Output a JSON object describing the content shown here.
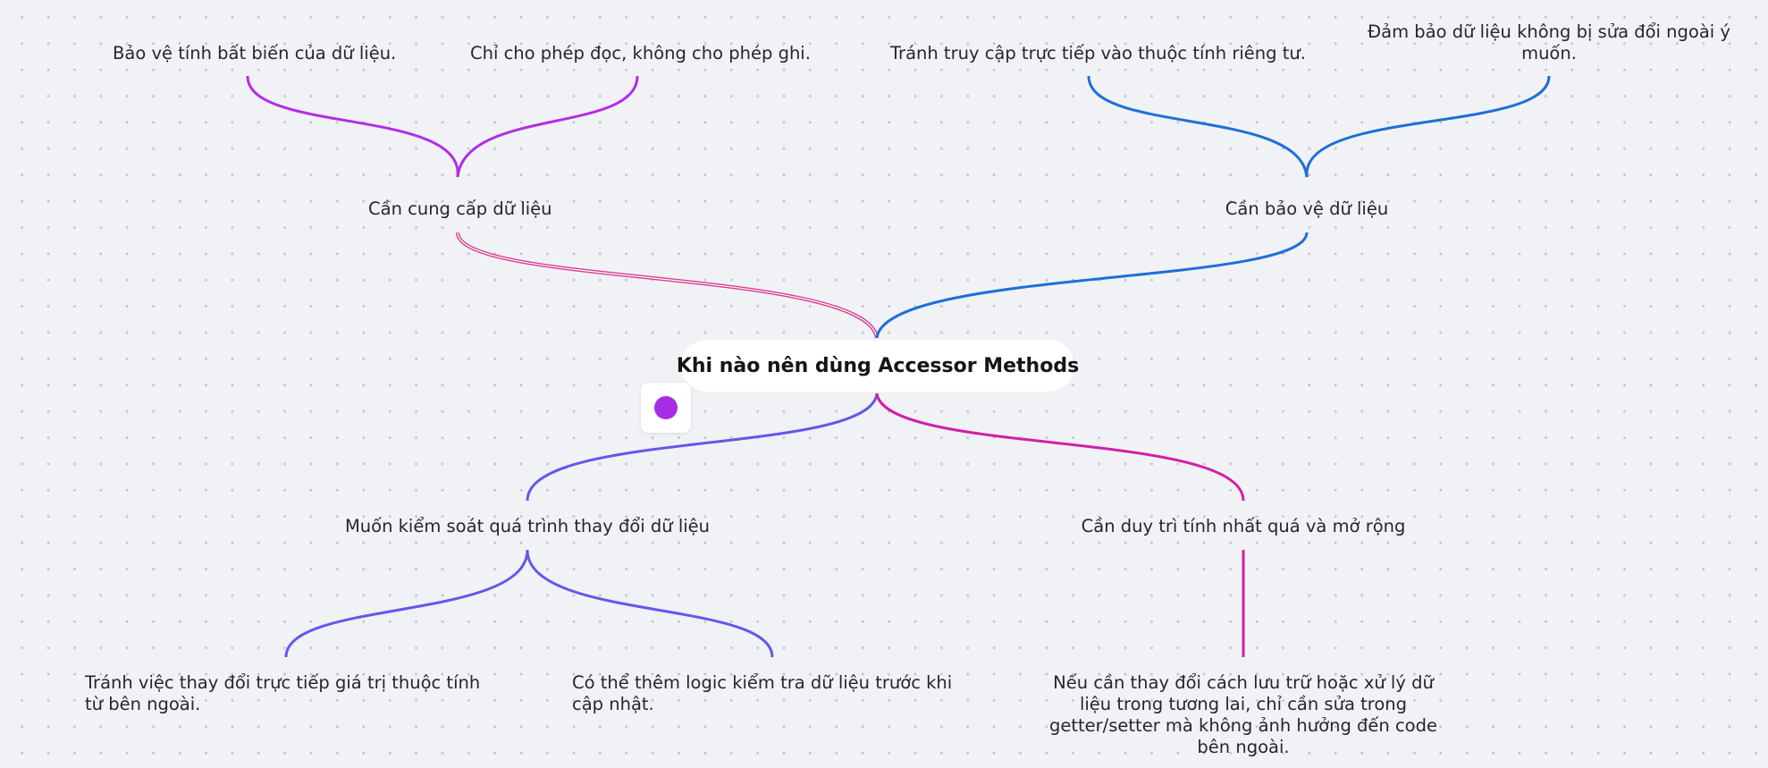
{
  "center": {
    "title": "Khi nào nên dùng Accessor Methods"
  },
  "branches": {
    "provide": {
      "label": "Cần cung cấp dữ liệu",
      "children": [
        "Bảo vệ tính bất biến của dữ liệu.",
        "Chỉ cho phép đọc, không cho phép ghi."
      ]
    },
    "protect": {
      "label": "Cần bảo vệ dữ liệu",
      "children": [
        "Tránh truy cập trực tiếp vào thuộc tính riêng tư.",
        "Đảm bảo dữ liệu không bị sửa đổi ngoài ý muốn."
      ]
    },
    "control": {
      "label": "Muốn kiểm soát quá trình thay đổi dữ liệu",
      "children": [
        "Tránh việc thay đổi trực tiếp giá trị thuộc tính từ bên ngoài.",
        "Có thể thêm logic kiểm tra dữ liệu trước khi cập nhật."
      ]
    },
    "maintain": {
      "label": "Cần duy trì tính nhất quá và mở rộng",
      "children": [
        "Nếu cần thay đổi cách lưu trữ hoặc xử lý dữ liệu trong tương lai, chỉ cần sửa trong getter/setter mà không ảnh hưởng đến code bên ngoài."
      ]
    }
  },
  "colors": {
    "background": "#f1f2f5",
    "provide": "#b42be8",
    "provide_trunk": "#d63c8e",
    "protect": "#1e6fd9",
    "control": "#6258ea",
    "maintain": "#d21ea8",
    "handle_dot": "#a72ee6"
  }
}
